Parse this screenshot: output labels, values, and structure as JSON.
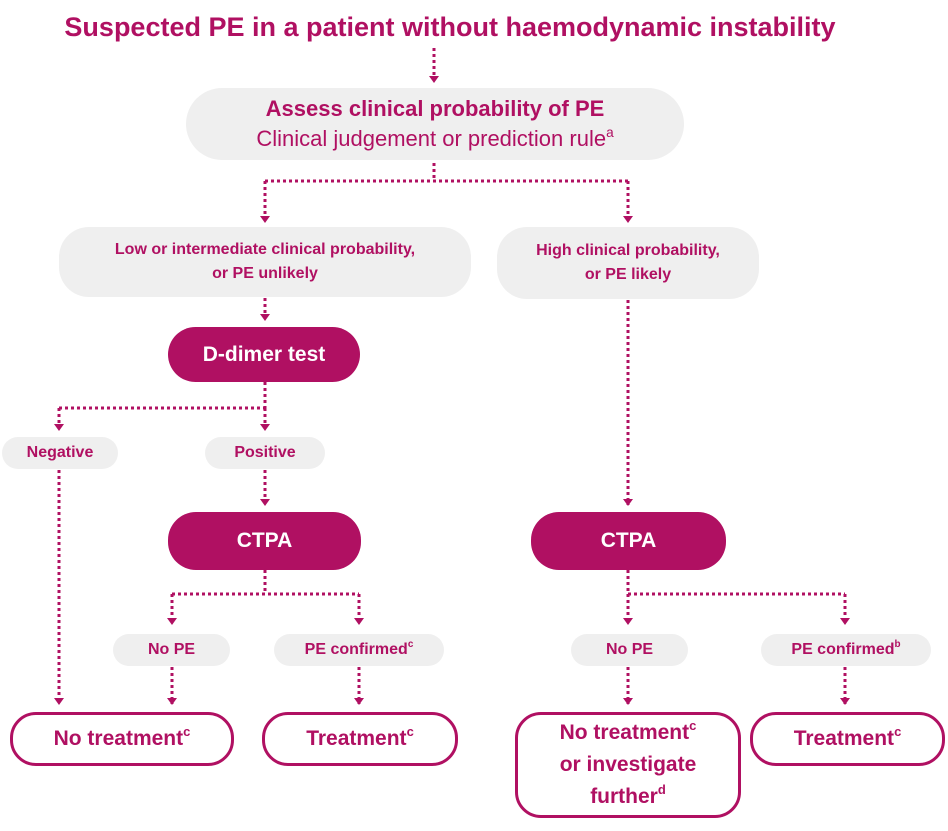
{
  "title": "Suspected PE in a patient without haemodynamic instability",
  "assess": {
    "line1": "Assess clinical probability of PE",
    "line2": "Clinical judgement or prediction rule",
    "line2_sup": "a"
  },
  "low": {
    "line1": "Low or intermediate clinical probability,",
    "line2": "or PE unlikely"
  },
  "high": {
    "line1": "High clinical probability,",
    "line2": "or PE likely"
  },
  "ddimer": "D-dimer test",
  "negative": "Negative",
  "positive": "Positive",
  "ctpa_left": "CTPA",
  "ctpa_right": "CTPA",
  "left_nope": "No PE",
  "left_confirmed": {
    "text": "PE confirmed",
    "sup": "c"
  },
  "right_nope": "No PE",
  "right_confirmed": {
    "text": "PE confirmed",
    "sup": "b"
  },
  "no_treatment": {
    "text": "No treatment",
    "sup": "c"
  },
  "treatment_left": {
    "text": "Treatment",
    "sup": "c"
  },
  "no_treatment_investigate": {
    "line1": "No treatment",
    "line1_sup": "c",
    "line2": "or investigate",
    "line3": "further",
    "line3_sup": "d"
  },
  "treatment_right": {
    "text": "Treatment",
    "sup": "c"
  },
  "colors": {
    "accent": "#b01062",
    "grey_fill": "#efefef",
    "white": "#ffffff"
  }
}
